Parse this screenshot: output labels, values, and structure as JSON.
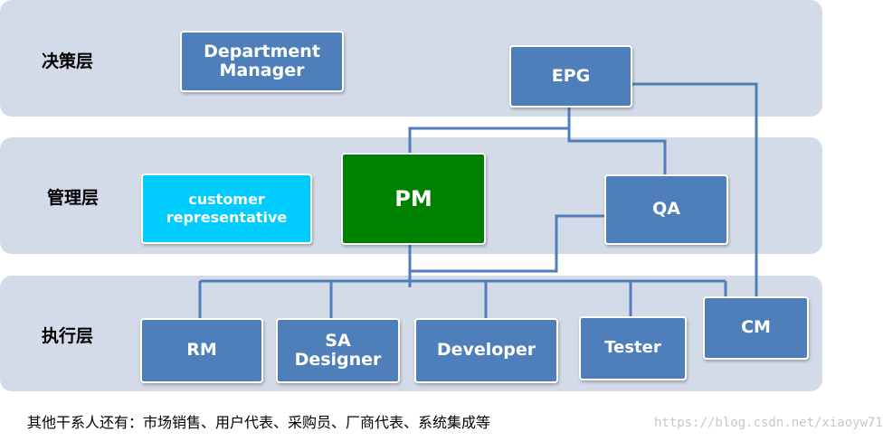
{
  "layers": {
    "decision": {
      "label": "决策层"
    },
    "management": {
      "label": "管理层"
    },
    "execution": {
      "label": "执行层"
    }
  },
  "nodes": {
    "department_manager": {
      "label": "Department\nManager"
    },
    "epg": {
      "label": "EPG"
    },
    "customer_rep": {
      "label": "customer\nrepresentative"
    },
    "pm": {
      "label": "PM"
    },
    "qa": {
      "label": "QA"
    },
    "rm": {
      "label": "RM"
    },
    "sa_designer": {
      "label": "SA\nDesigner"
    },
    "developer": {
      "label": "Developer"
    },
    "tester": {
      "label": "Tester"
    },
    "cm": {
      "label": "CM"
    }
  },
  "colors": {
    "band": "#d4dbe8",
    "node": "#4f7fba",
    "pm": "#008000",
    "customer": "#00ccff",
    "connector": "#4f7fba"
  },
  "footnote": "其他干系人还有：市场销售、用户代表、采购员、厂商代表、系统集成等",
  "watermark": "https://blog.csdn.net/xiaoyw71"
}
